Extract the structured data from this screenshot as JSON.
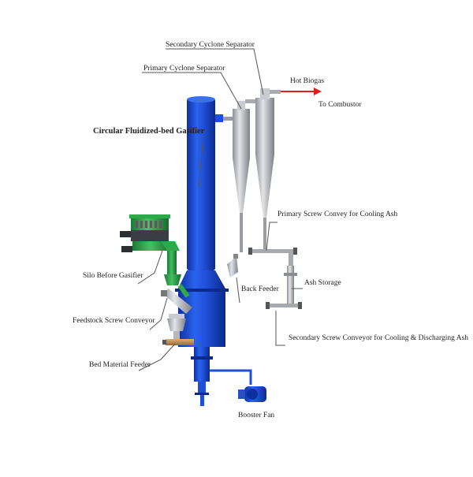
{
  "labels": {
    "secondary_cyclone": "Secondary Cyclone Separator",
    "primary_cyclone": "Primary Cyclone Separator",
    "hot_biogas": "Hot Biogas",
    "to_combustor": "To Combustor",
    "gasifier": "Circular Fluidized-bed Gasifier",
    "primary_screw": "Primary Screw Convey for Cooling Ash",
    "silo": "Silo Before Gasifier",
    "ash_storage": "Ash Storage",
    "back_feeder": "Back Feeder",
    "feedstock_screw": "Feedstock Screw Conveyor",
    "secondary_screw": "Secondary Screw Conveyor for Cooling & Discharging Ash",
    "bed_material_feeder": "Bed Material  Feeder",
    "booster_fan": "Booster Fan"
  },
  "colors": {
    "gasifier": "#1f4fd6",
    "silo": "#2fa84a",
    "cyclone": "#b9bcc2",
    "arrow": "#e02020",
    "leader": "#555555"
  }
}
